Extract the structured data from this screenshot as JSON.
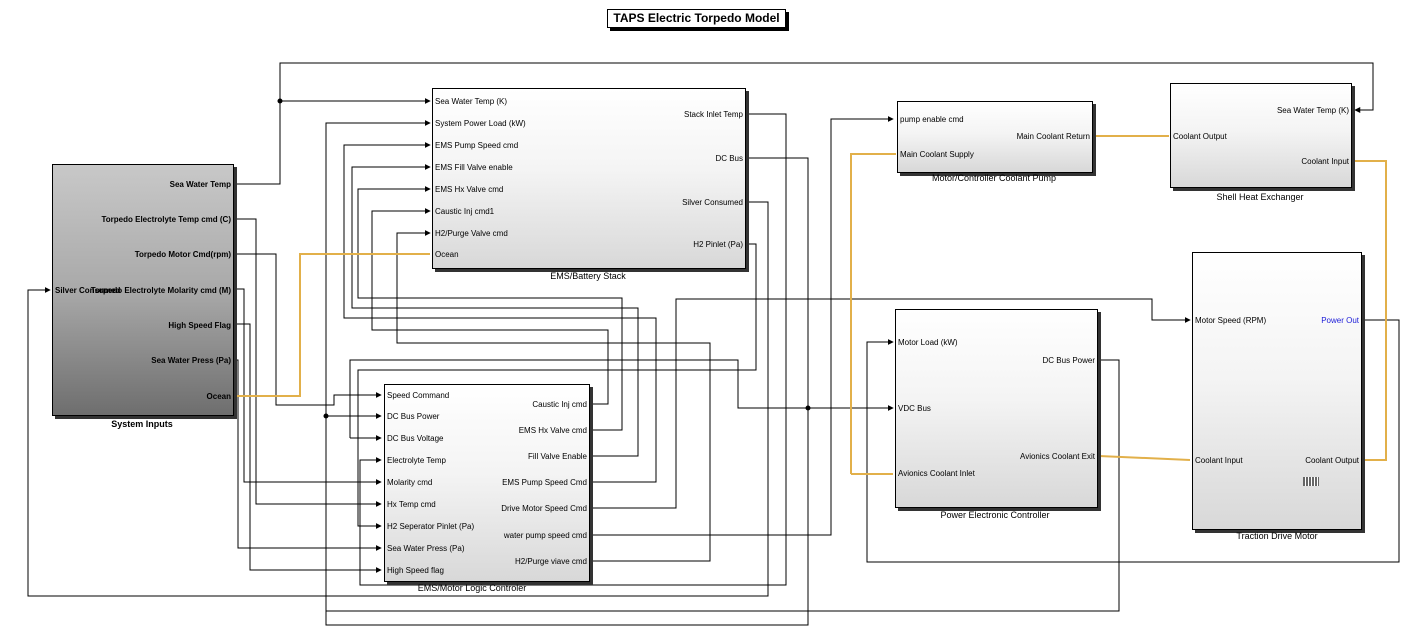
{
  "title": "TAPS Electric Torpedo Model",
  "colors": {
    "signal": "#000000",
    "coolant": "#e2b04a",
    "power_out": "#1c1cd8"
  },
  "blocks": {
    "system_inputs": {
      "caption": "System Inputs",
      "inputs": [
        "Silver Consumed"
      ],
      "outputs": [
        "Sea Water Temp",
        "Torpedo Electrolyte Temp cmd (C)",
        "Torpedo Motor  Cmd(rpm)",
        "Torpedo Electrolyte Molarity cmd (M)",
        "High Speed Flag",
        "Sea Water Press (Pa)",
        "Ocean"
      ]
    },
    "ems_battery": {
      "caption": "EMS/Battery Stack",
      "inputs": [
        "Sea Water Temp (K)",
        "System Power Load (kW)",
        "EMS Pump Speed cmd",
        "EMS Fill Valve enable",
        "EMS Hx Valve cmd",
        "Caustic Inj cmd1",
        "H2/Purge Valve cmd",
        "Ocean"
      ],
      "outputs": [
        "Stack Inlet Temp",
        "DC Bus",
        "Silver Consumed",
        "H2 Pinlet (Pa)"
      ]
    },
    "ems_motor_logic": {
      "caption": "EMS/Motor Logic Controler",
      "inputs": [
        "Speed Command",
        "DC Bus Power",
        "DC Bus Voltage",
        "Electrolyte Temp",
        "Molarity cmd",
        "Hx Temp cmd",
        "H2 Seperator Pinlet (Pa)",
        "Sea Water Press (Pa)",
        "High Speed flag"
      ],
      "outputs": [
        "Caustic Inj cmd",
        "EMS Hx Valve cmd",
        "Fill Valve Enable",
        "EMS Pump Speed Cmd",
        "Drive Motor Speed Cmd",
        "water pump speed cmd",
        "H2/Purge viave cmd"
      ]
    },
    "coolant_pump": {
      "caption": "Motor/Controller Coolant Pump",
      "inputs": [
        "pump enable cmd",
        "Main Coolant Supply"
      ],
      "outputs": [
        "Main Coolant Return"
      ]
    },
    "shell_hx": {
      "caption": "Shell Heat Exchanger",
      "inputs": [
        "Coolant Output"
      ],
      "outputs": [
        "Sea Water Temp (K)",
        "Coolant Input"
      ]
    },
    "power_electronic": {
      "caption": "Power Electronic Controller",
      "inputs": [
        "Motor Load (kW)",
        "VDC Bus",
        "Avionics Coolant Inlet"
      ],
      "outputs": [
        "DC Bus Power",
        "Avionics Coolant Exit"
      ]
    },
    "traction_motor": {
      "caption": "Traction Drive Motor",
      "inputs": [
        "Motor Speed (RPM)",
        "Coolant Input"
      ],
      "outputs": [
        "Power Out",
        "Coolant Output"
      ]
    }
  }
}
